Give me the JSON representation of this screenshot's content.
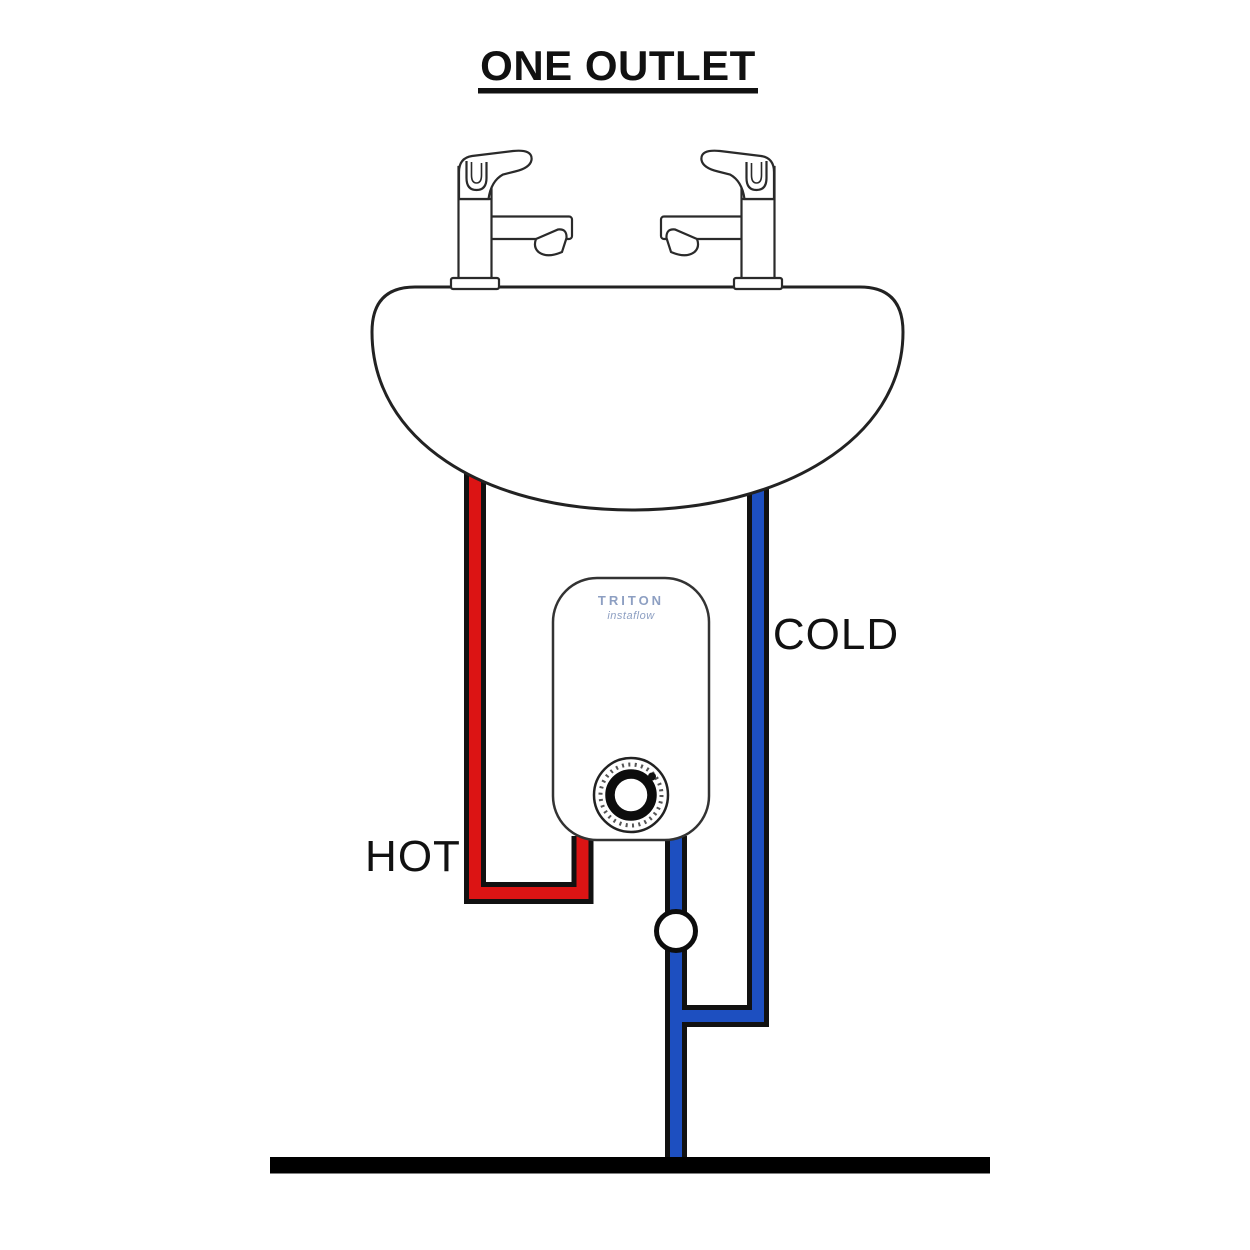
{
  "title": {
    "text": "ONE OUTLET"
  },
  "labels": {
    "hot": "HOT",
    "cold": "COLD"
  },
  "heater": {
    "brand": "TRITON",
    "model": "instaflow"
  },
  "colors": {
    "hot_pipe": "#dc1414",
    "cold_pipe": "#1d4fc0",
    "pipe_outline": "#111111",
    "fixture_line": "#2a2a2a",
    "floor": "#000000",
    "text": "#111111",
    "brand_text": "#8d9fc2"
  },
  "components": [
    "basin",
    "hot-tap",
    "cold-tap",
    "instant-water-heater",
    "temperature-dial",
    "isolating-valve",
    "hot-pipe",
    "cold-pipe",
    "floor-line"
  ]
}
